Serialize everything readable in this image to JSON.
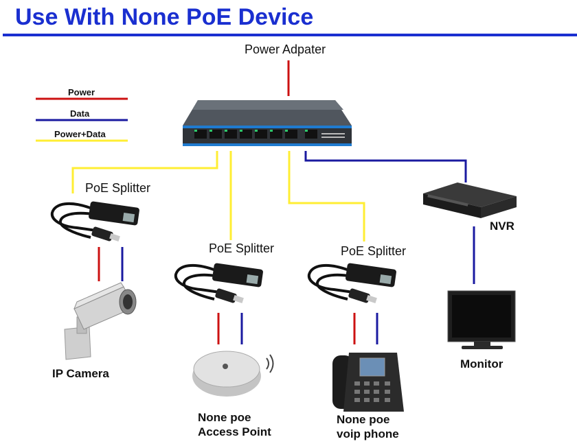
{
  "title": "Use With None PoE Device",
  "power_adapter": "Power Adpater",
  "legend": {
    "items": [
      {
        "label": "Power",
        "color": "#cc1111"
      },
      {
        "label": "Data",
        "color": "#1a1aa0"
      },
      {
        "label": "Power+Data",
        "color": "#ffee33"
      }
    ]
  },
  "splitters": {
    "left": "PoE Splitter",
    "middle": "PoE Splitter",
    "right": "PoE Splitter"
  },
  "devices": {
    "camera": "IP Camera",
    "ap_line1": "None poe",
    "ap_line2": "Access Point",
    "phone_line1": "None poe",
    "phone_line2": "voip phone",
    "nvr": "NVR",
    "monitor": "Monitor"
  },
  "colors": {
    "title": "#1a2fd0",
    "rule": "#1a2fd0",
    "power": "#cc1111",
    "data": "#1a1aa0",
    "power_data": "#ffee33"
  },
  "icons": [
    "poe-switch-icon",
    "poe-splitter-icon",
    "ip-camera-icon",
    "access-point-icon",
    "voip-phone-icon",
    "nvr-icon",
    "monitor-icon"
  ]
}
